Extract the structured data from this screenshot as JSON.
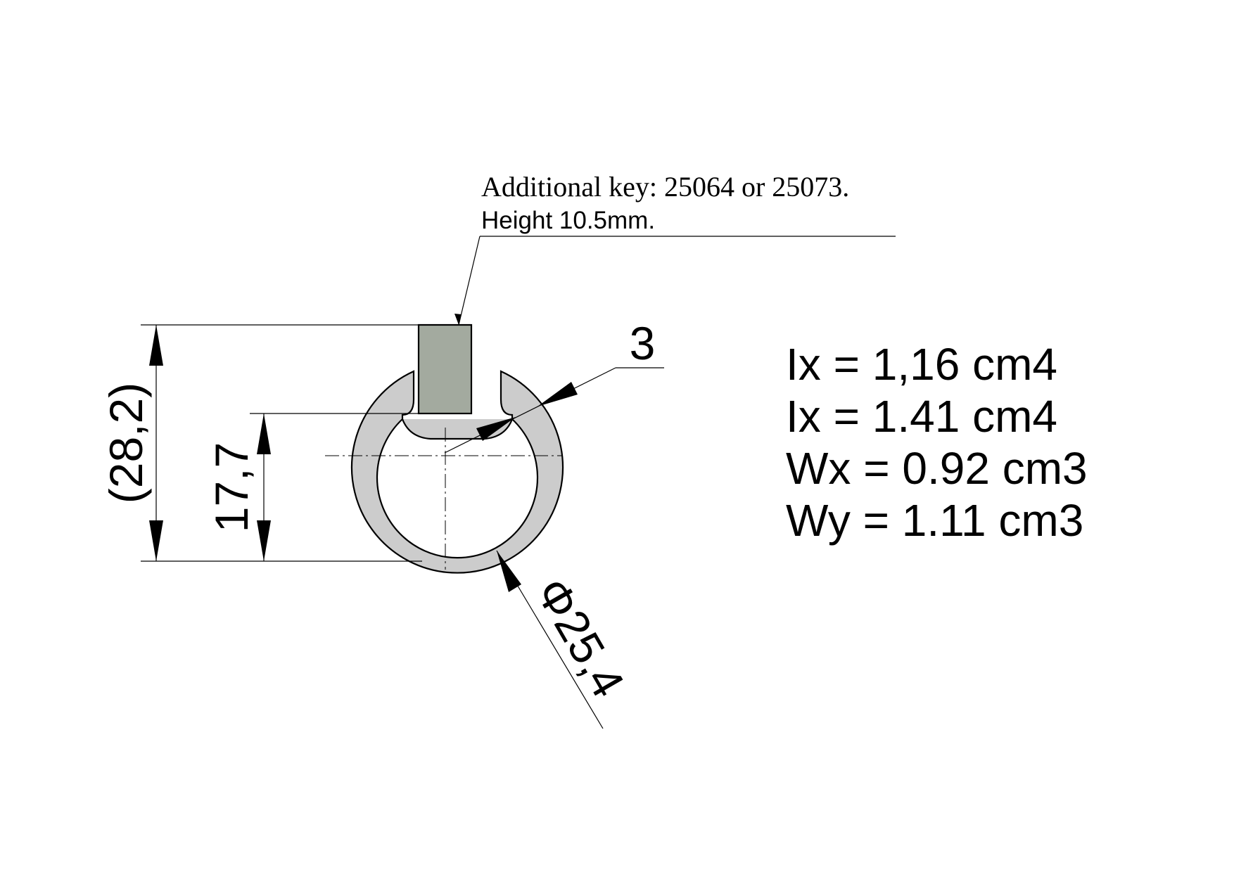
{
  "note": {
    "line1": "Additional key: 25064 or 25073.",
    "line2": "Height 10.5mm."
  },
  "dimensions": {
    "overall_height": "(28,2)",
    "lower_height": "17,7",
    "wall_thickness": "3",
    "diameter": "Φ25,4"
  },
  "properties": [
    "Ix = 1,16 cm4",
    "Ix = 1.41 cm4",
    "Wx = 0.92 cm3",
    "Wy = 1.11 cm3"
  ],
  "colors": {
    "profile_fill": "#cccccc",
    "key_fill": "#a3aa9f",
    "line": "#000000"
  }
}
